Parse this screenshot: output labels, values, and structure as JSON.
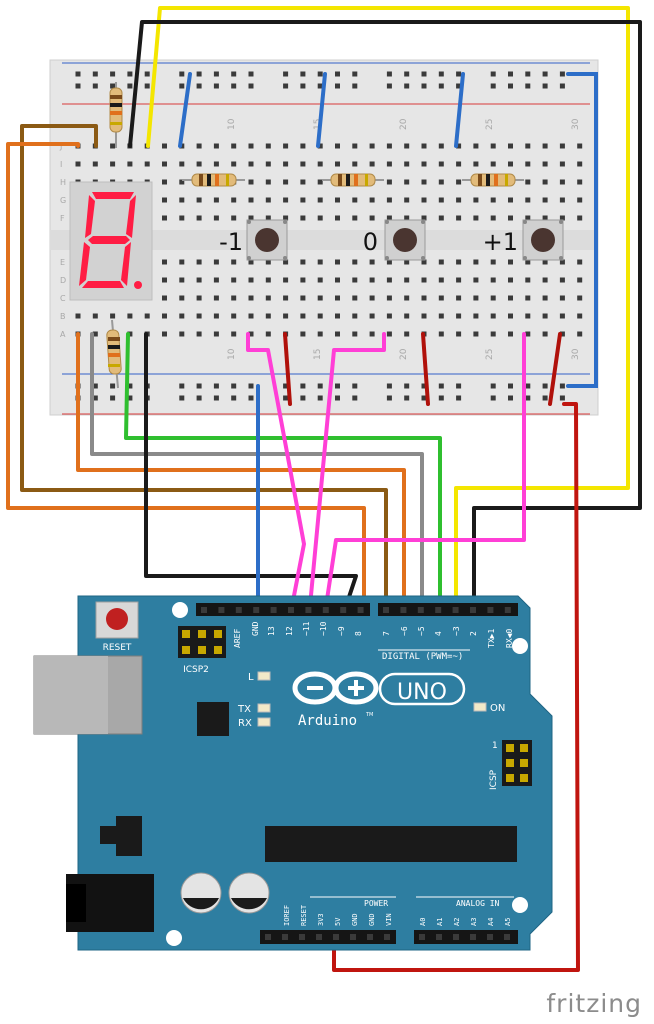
{
  "breadboard": {
    "column_numbers": [
      "10",
      "15",
      "20",
      "25",
      "30"
    ],
    "row_letters_top": [
      "J",
      "I",
      "H",
      "G",
      "F"
    ],
    "row_letters_bottom": [
      "E",
      "D",
      "C",
      "B",
      "A"
    ]
  },
  "display": {
    "digit": "8."
  },
  "buttons": [
    {
      "label": "-1"
    },
    {
      "label": "0"
    },
    {
      "label": "+1"
    }
  ],
  "arduino": {
    "reset_label": "RESET",
    "icsp2_label": "ICSP2",
    "icsp_label": "ICSP",
    "icsp_pin1": "1",
    "brand_text": "Arduino",
    "tm": "TM",
    "model": "UNO",
    "led_l": "L",
    "led_tx": "TX",
    "led_rx": "RX",
    "led_on": "ON",
    "digital_label": "DIGITAL (PWM=~)",
    "header_top_left": [
      "AREF",
      "GND",
      "13",
      "12",
      "~11",
      "~10",
      "~9",
      "8"
    ],
    "header_top_right": [
      "7",
      "~6",
      "~5",
      "4",
      "~3",
      "2",
      "TX▶1",
      "RX◀0"
    ],
    "power_label": "POWER",
    "power_pins": [
      "IOREF",
      "RESET",
      "3V3",
      "5V",
      "GND",
      "GND",
      "VIN"
    ],
    "analog_label": "ANALOG IN",
    "analog_pins": [
      "A0",
      "A1",
      "A2",
      "A3",
      "A4",
      "A5"
    ]
  },
  "colors": {
    "board": "#2e7ea1",
    "breadboard": "#e8e8e8",
    "wire_yellow": "#f4e600",
    "wire_black": "#1a1a1a",
    "wire_blue": "#2d6ec8",
    "wire_orange": "#e0701c",
    "wire_brown": "#8b5a14",
    "wire_gray": "#8a8a8a",
    "wire_green": "#2fbf2f",
    "wire_magenta": "#ff3fd6",
    "wire_red": "#c0150f",
    "segment_red": "#ff1d44"
  },
  "watermark": "fritzing"
}
